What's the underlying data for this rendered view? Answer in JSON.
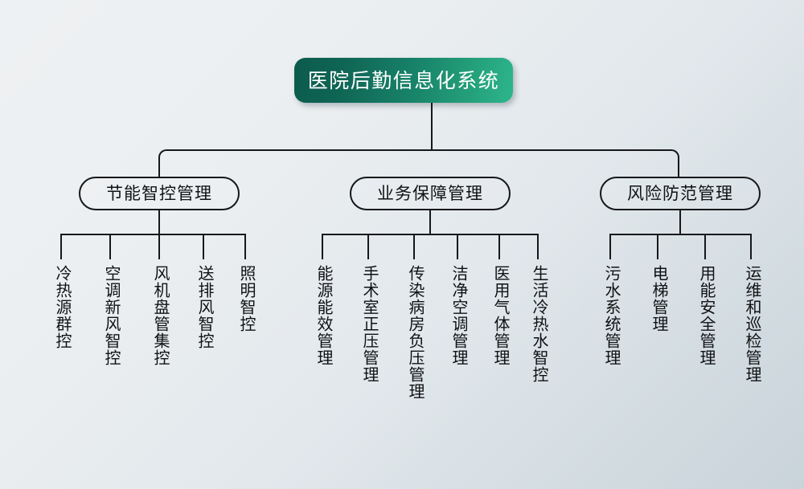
{
  "diagram": {
    "title": "医院后勤信息化系统",
    "theme": {
      "root_gradient_start": "#0c5b4d",
      "root_gradient_end": "#2db58c",
      "root_text_color": "#ffffff",
      "line_color": "#16181a",
      "node_text_color": "#101214",
      "background_start": "#eef1f3",
      "background_end": "#c9d3da"
    },
    "branches": [
      {
        "label": "节能智控管理",
        "leaves": [
          "冷热源群控",
          "空调新风智控",
          "风机盘管集控",
          "送排风智控",
          "照明智控"
        ]
      },
      {
        "label": "业务保障管理",
        "leaves": [
          "能源能效管理",
          "手术室正压管理",
          "传染病房负压管理",
          "洁净空调管理",
          "医用气体管理",
          "生活冷热水智控"
        ]
      },
      {
        "label": "风险防范管理",
        "leaves": [
          "污水系统管理",
          "电梯管理",
          "用能安全管理",
          "运维和巡检管理"
        ]
      }
    ]
  }
}
